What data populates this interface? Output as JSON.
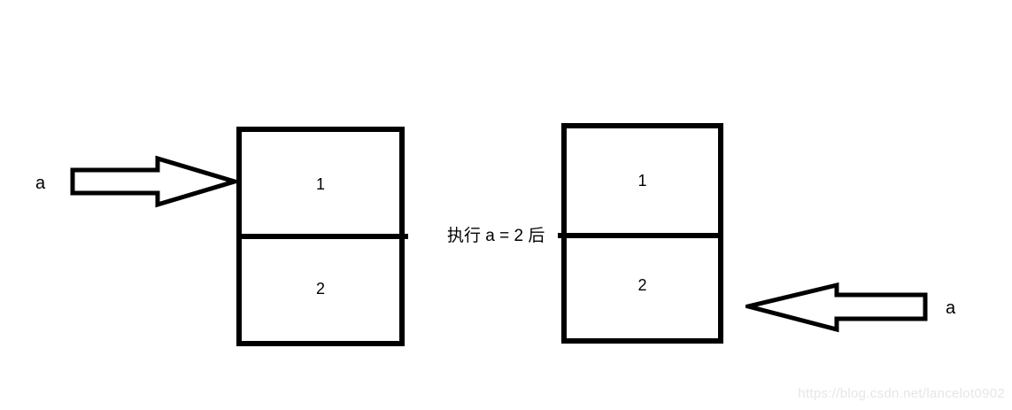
{
  "canvas": {
    "background": "#ffffff",
    "line_color": "#000000"
  },
  "before_state": {
    "pointer_label": "a",
    "box": {
      "cells": [
        {
          "value": "1"
        },
        {
          "value": "2"
        }
      ]
    }
  },
  "after_state": {
    "pointer_label": "a",
    "box": {
      "cells": [
        {
          "value": "1"
        },
        {
          "value": "2"
        }
      ]
    }
  },
  "caption": {
    "text": "执行 a = 2 后"
  },
  "watermark": {
    "text": "https://blog.csdn.net/lancelot0902",
    "color": "#e6e6e6"
  }
}
